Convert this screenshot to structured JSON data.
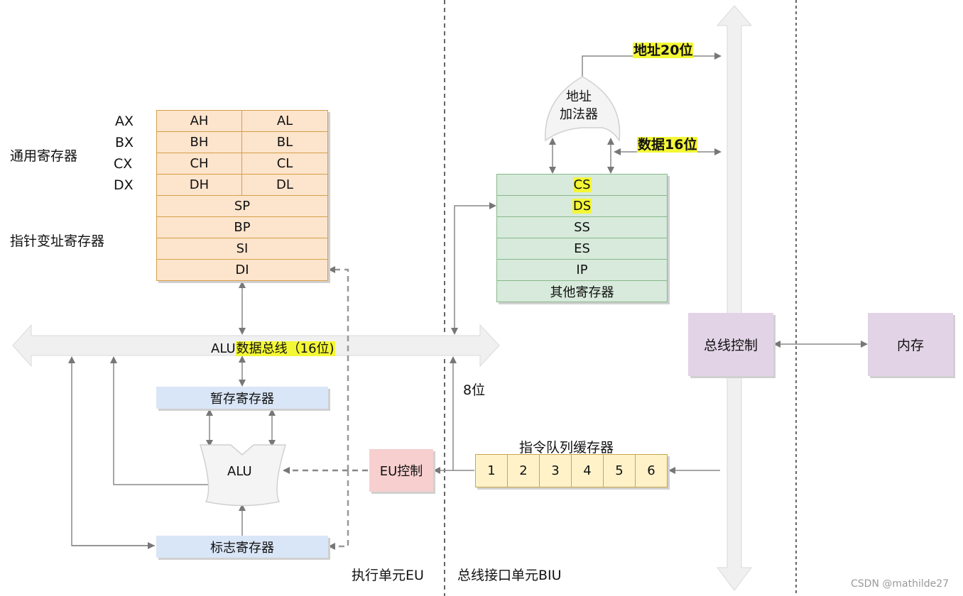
{
  "general_registers": {
    "group_label": "通用寄存器",
    "rows": [
      {
        "name": "AX",
        "high": "AH",
        "low": "AL"
      },
      {
        "name": "BX",
        "high": "BH",
        "low": "BL"
      },
      {
        "name": "CX",
        "high": "CH",
        "low": "CL"
      },
      {
        "name": "DX",
        "high": "DH",
        "low": "DL"
      }
    ]
  },
  "pointer_registers": {
    "group_label": "指针变址寄存器",
    "rows": [
      "SP",
      "BP",
      "SI",
      "DI"
    ]
  },
  "alu_bus": {
    "prefix": "ALU",
    "highlight": "数据总线（16位)"
  },
  "temp_register": "暂存寄存器",
  "alu": "ALU",
  "eu_control": "EU控制",
  "flag_register": "标志寄存器",
  "eu_label": "执行单元EU",
  "biu_label": "总线接口单元BIU",
  "bus_width_8": "8位",
  "adder": {
    "line1": "地址",
    "line2": "加法器"
  },
  "address_width": "地址20位",
  "data_width": "数据16位",
  "segment_registers": [
    "CS",
    "DS",
    "SS",
    "ES",
    "IP",
    "其他寄存器"
  ],
  "instruction_queue": {
    "label": "指令队列缓存器",
    "slots": [
      "1",
      "2",
      "3",
      "4",
      "5",
      "6"
    ]
  },
  "bus_control": "总线控制",
  "memory": "内存",
  "watermark": "CSDN @mathilde27",
  "colors": {
    "orange_fill": "#fde4cc",
    "green_fill": "#d7eadb",
    "blue_fill": "#d9e6f7",
    "yellow_fill": "#fff2c9",
    "purple_fill": "#e2d4e6",
    "pink_fill": "#f7cfcf",
    "highlight": "#f4f735"
  }
}
